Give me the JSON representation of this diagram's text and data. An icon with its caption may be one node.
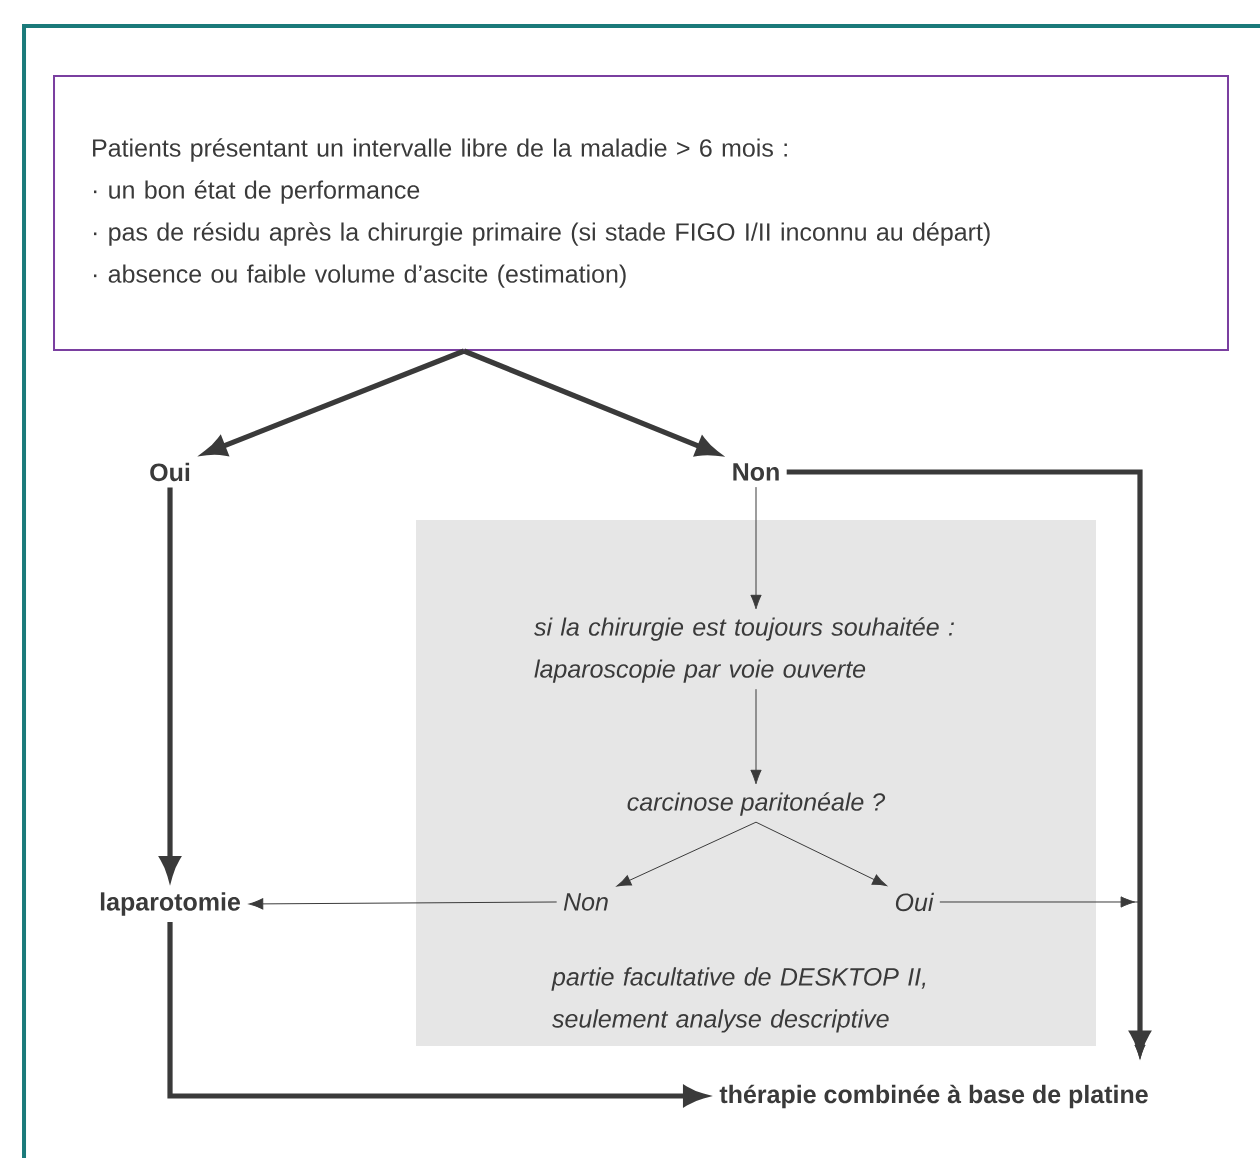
{
  "diagram": {
    "nodes": [
      {
        "text": [
          "Patients présentant un intervalle libre de la maladie > 6 mois :",
          "· un bon état de performance",
          "· pas de résidu après la chirurgie primaire (si stade FIGO I/II inconnu au départ)",
          "· absence ou faible volume d’ascite (estimation)"
        ]
      },
      {
        "text": [
          "Oui"
        ]
      },
      {
        "text": [
          "Non"
        ]
      },
      {
        "text": [],
        "shape": "box"
      },
      {
        "text": [
          "si la chirurgie est toujours souhaitée : laparoscopie par voie ouverte"
        ],
        "in": 3
      },
      {
        "text": [
          "carcinose paritonéale ?"
        ],
        "in": 3
      },
      {
        "text": [
          "Non"
        ],
        "in": 3
      },
      {
        "text": [
          "Oui"
        ],
        "in": 3
      },
      {
        "text": [
          "partie facultative de DESKTOP II, seulement analyse descriptive"
        ],
        "in": 3
      },
      {
        "text": [
          "laparotomie"
        ]
      },
      {
        "text": [
          "thérapie combinée à base de platine"
        ]
      }
    ],
    "edges": [
      {
        "from": 0,
        "to": 1,
        "arrow": "to",
        "style": "thick"
      },
      {
        "from": 0,
        "to": 2,
        "arrow": "to",
        "style": "thick"
      },
      {
        "from": 2,
        "to": 4,
        "arrow": "to"
      },
      {
        "from": 4,
        "to": 5,
        "arrow": "to"
      },
      {
        "from": 5,
        "to": 6,
        "arrow": "to"
      },
      {
        "from": 5,
        "to": 7,
        "arrow": "to"
      },
      {
        "from": 6,
        "to": 9,
        "arrow": "to"
      },
      {
        "from": 7,
        "to": 10,
        "arrow": "to"
      },
      {
        "from": 1,
        "to": 9,
        "arrow": "to",
        "style": "thick"
      },
      {
        "from": 2,
        "to": 10,
        "arrow": "to",
        "style": "thick"
      },
      {
        "from": 9,
        "to": 10,
        "arrow": "to",
        "style": "thick"
      }
    ]
  }
}
